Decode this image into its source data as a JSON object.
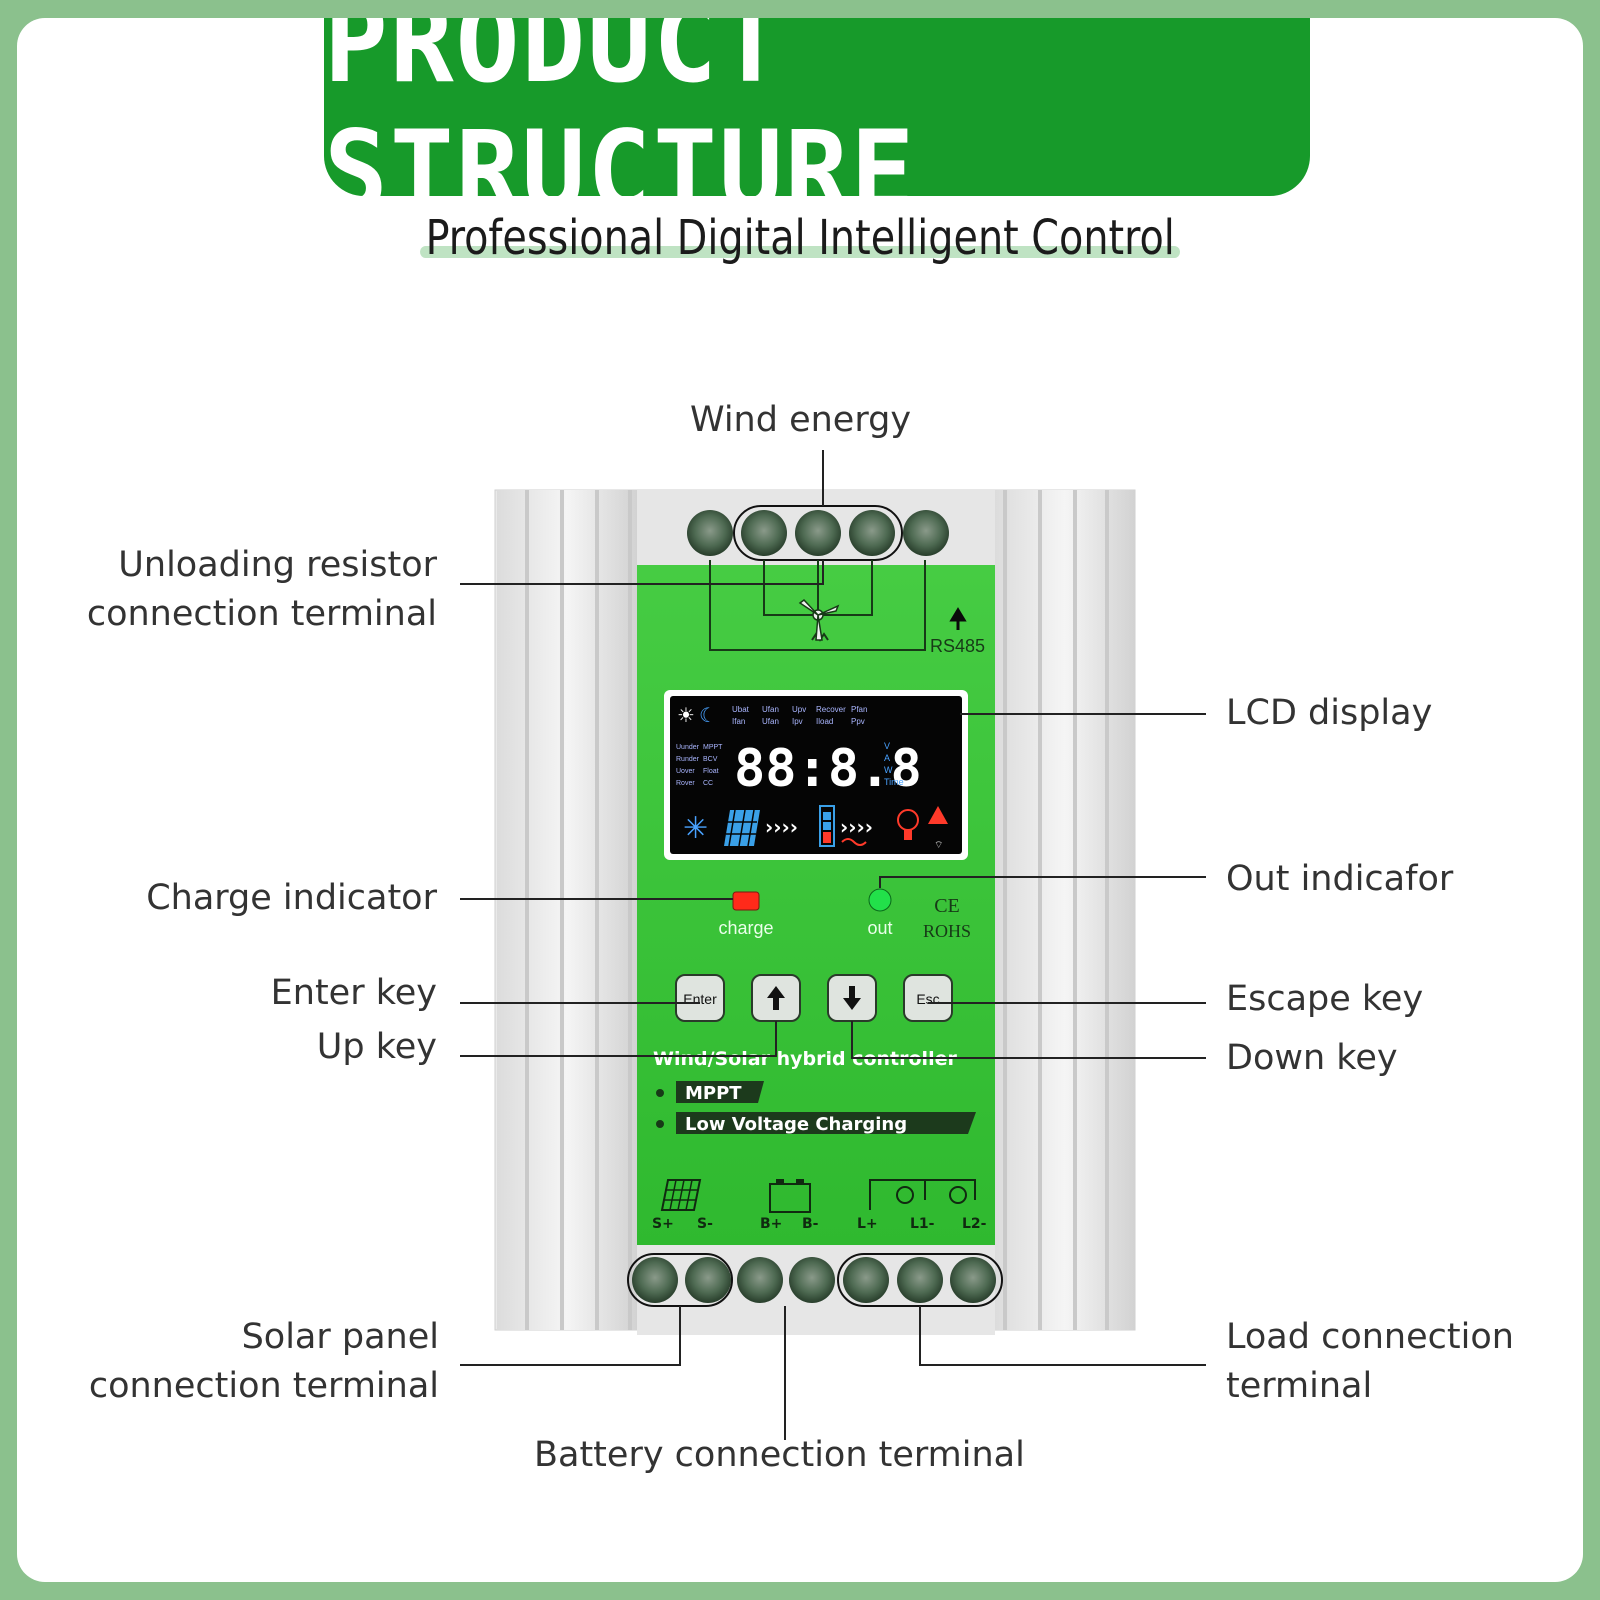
{
  "banner": {
    "title": "PRODUCT STRUCTURE"
  },
  "subtitle": "Professional Digital Intelligent Control",
  "callouts": {
    "wind_energy": "Wind energy",
    "unloading_line1": "Unloading resistor",
    "unloading_line2": "connection terminal",
    "lcd_display": "LCD display",
    "charge_indicator": "Charge indicator",
    "out_indicator": "Out indicafor",
    "enter_key": "Enter key",
    "up_key": "Up key",
    "escape_key": "Escape key",
    "down_key": "Down key",
    "solar_line1": "Solar panel",
    "solar_line2": "connection terminal",
    "load_line1": "Load connection",
    "load_line2": "terminal",
    "battery": "Battery connection terminal"
  },
  "device": {
    "rs485": "RS485",
    "lcd_digits": "88:8.8",
    "lcd_top_row": [
      "Ubat",
      "Ufan",
      "Upv",
      "Recover",
      "Pfan",
      "Ifan",
      "Ufan",
      "Ipv",
      "Iload",
      "Ppv"
    ],
    "lcd_left": [
      "Uunder",
      "MPPT",
      "Runder",
      "BCV",
      "Uover",
      "Float",
      "Rover",
      "CC"
    ],
    "lcd_units": [
      "V",
      "A",
      "W",
      "Time"
    ],
    "charge_label": "charge",
    "out_label": "out",
    "ce_mark": "CE",
    "rohs": "ROHS",
    "keys": {
      "enter": "Enter",
      "esc": "Esc"
    },
    "model_text": "Wind/Solar hybrid controller",
    "feature1": "MPPT",
    "feature2": "Low Voltage Charging",
    "terminals": [
      "S+",
      "S-",
      "B+",
      "B-",
      "L+",
      "L1-",
      "L2-"
    ],
    "colors": {
      "panel_green": "#3cc83a",
      "led_red": "#ff2a1a",
      "led_green": "#22e04a"
    }
  }
}
